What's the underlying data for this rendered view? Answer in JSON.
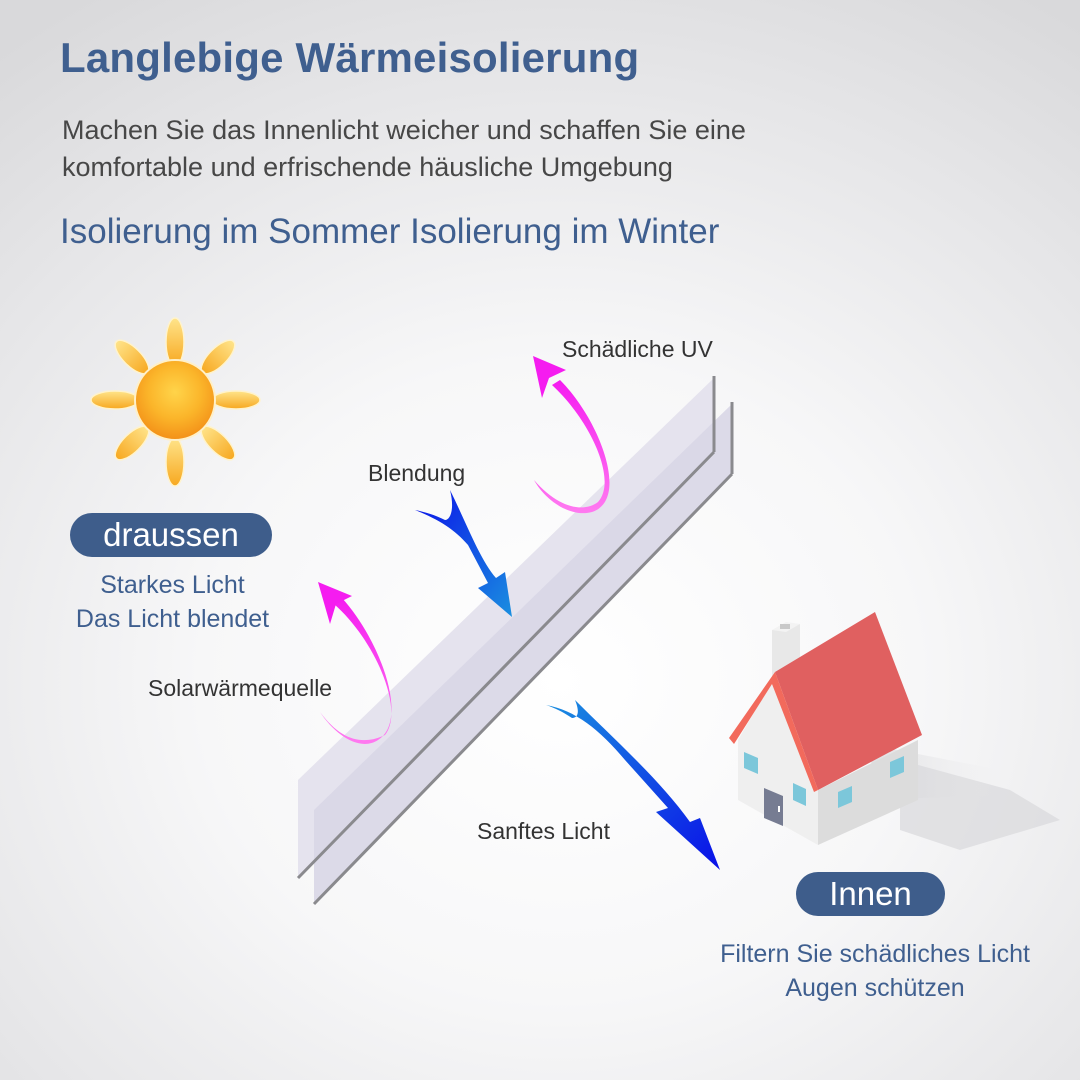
{
  "header": {
    "title": "Langlebige Wärmeisolierung",
    "subtitle_line1": "Machen Sie das Innenlicht weicher und schaffen Sie eine",
    "subtitle_line2": "komfortable und erfrischende häusliche Umgebung",
    "section_heading": "Isolierung im Sommer Isolierung im Winter"
  },
  "outside": {
    "icon": "sun-icon",
    "badge": "draussen",
    "desc_line1": "Starkes Licht",
    "desc_line2": "Das Licht blendet"
  },
  "diagram": {
    "labels": {
      "uv": "Schädliche UV",
      "glare": "Blendung",
      "solar_heat": "Solarwärmequelle",
      "soft_light": "Sanftes Licht"
    },
    "colors": {
      "reflect_arrow": "#f51cf0",
      "pass_arrow_start": "#1a8fe0",
      "pass_arrow_end": "#0a10e8",
      "glass": "#dddbe8",
      "glass_edge": "#8a8a8e"
    }
  },
  "inside": {
    "icon": "house-icon",
    "badge": "Innen",
    "desc_line1": "Filtern Sie schädliches Licht",
    "desc_line2": "Augen schützen"
  },
  "colors": {
    "accent_blue": "#3e5d8b",
    "roof_red": "#e06060",
    "sun_orange": "#f7a21b"
  }
}
